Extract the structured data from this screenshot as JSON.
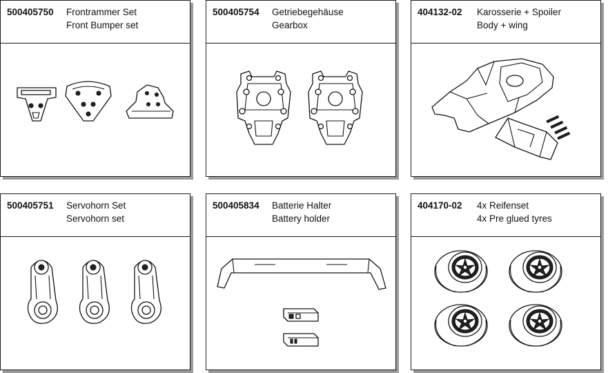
{
  "cards": [
    {
      "part_no": "500405750",
      "name_de": "Frontrammer Set",
      "name_en": "Front Bumper set"
    },
    {
      "part_no": "500405754",
      "name_de": "Getriebegehäuse",
      "name_en": "Gearbox"
    },
    {
      "part_no": "404132-02",
      "name_de": "Karosserie + Spoiler",
      "name_en": "Body + wing"
    },
    {
      "part_no": "500405751",
      "name_de": "Servohorn Set",
      "name_en": "Servohorn set"
    },
    {
      "part_no": "500405834",
      "name_de": "Batterie Halter",
      "name_en": "Battery holder"
    },
    {
      "part_no": "404170-02",
      "name_de": "4x Reifenset",
      "name_en": "4x Pre glued tyres"
    }
  ],
  "colors": {
    "border": "#1a1a1a",
    "text": "#111111",
    "shadow": "#9a9a9a",
    "background": "#ffffff"
  },
  "icons": [
    "front-bumper-parts",
    "gearbox-housing",
    "car-body-and-wing",
    "servo-horn",
    "battery-holder",
    "tyre-wheel"
  ]
}
